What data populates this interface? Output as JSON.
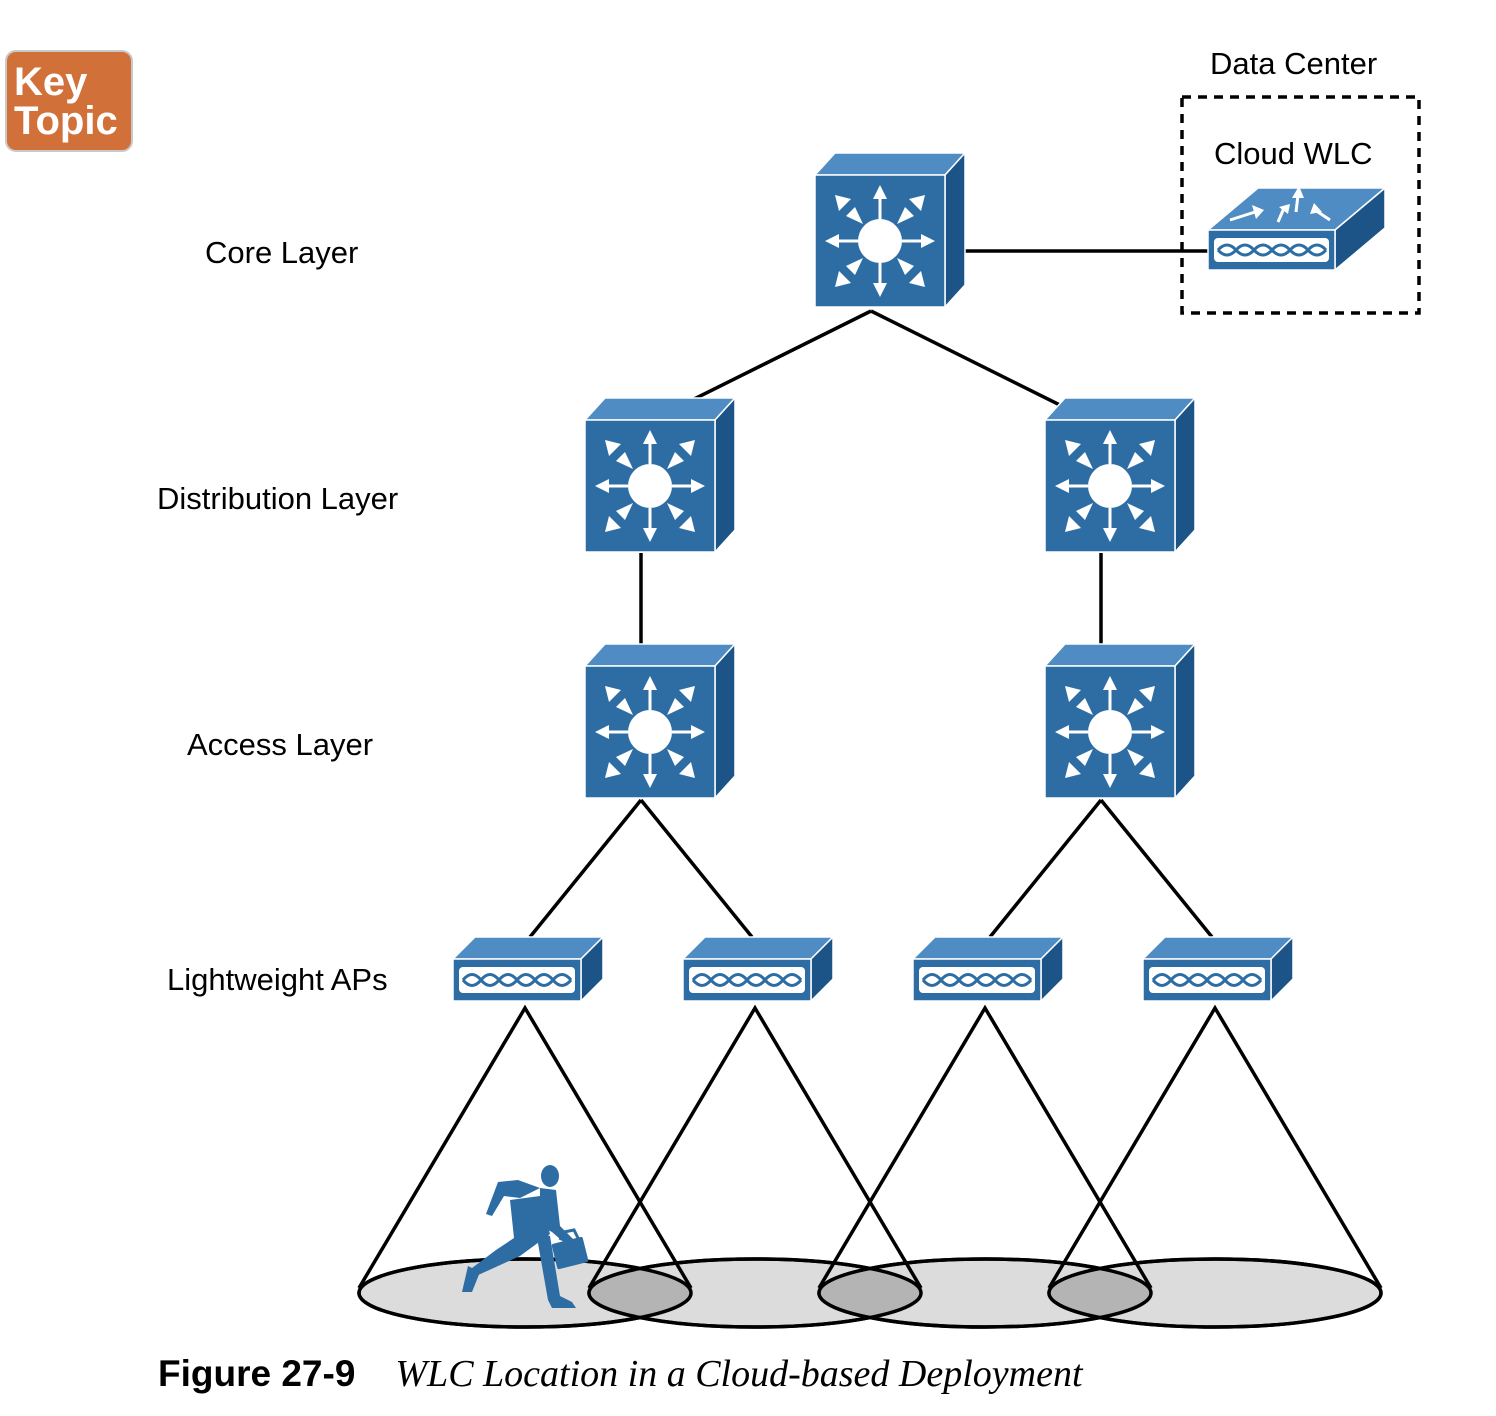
{
  "badge": {
    "line1": "Key",
    "line2": "Topic"
  },
  "layers": {
    "core": "Core Layer",
    "distribution": "Distribution Layer",
    "access": "Access Layer",
    "aps": "Lightweight APs"
  },
  "data_center": {
    "title": "Data Center",
    "device": "Cloud WLC"
  },
  "caption": {
    "number": "Figure 27-9",
    "title": "WLC Location in a Cloud-based Deployment"
  },
  "colors": {
    "device_front": "#2e6da4",
    "device_top": "#4f8cc4",
    "device_side": "#1c5488",
    "badge": "#d2703a",
    "coverage_fill": "#dcdcdc",
    "coverage_overlap": "#b4b4b4"
  },
  "icons": {
    "switch": "multilayer-switch-icon",
    "access_point": "lightweight-ap-icon",
    "wlc": "wireless-lan-controller-icon",
    "user": "running-businessman-icon"
  }
}
